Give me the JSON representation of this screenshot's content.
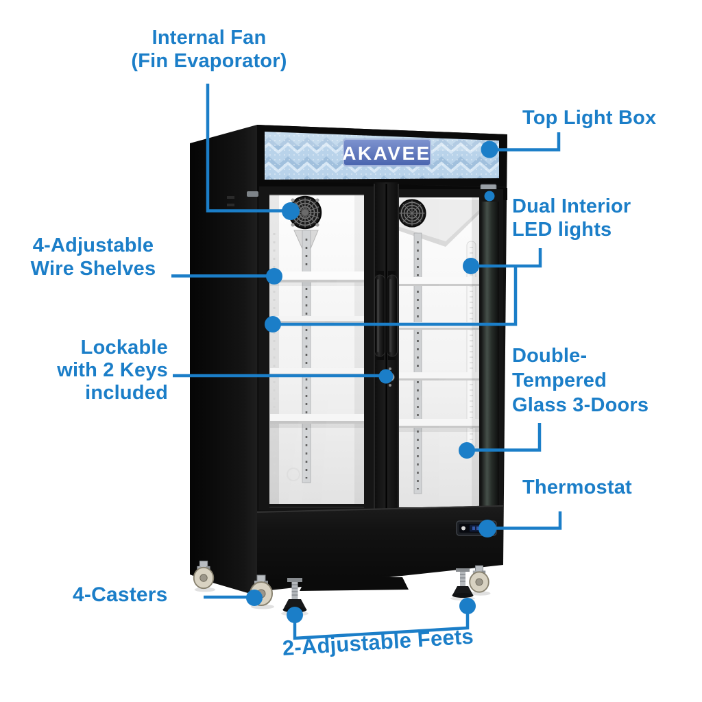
{
  "brand": "AKAVEE",
  "colors": {
    "accent": "#1b7ec8",
    "background": "#ffffff",
    "cabinet_black": "#121212",
    "lightbox_blue": "#b9d3ea",
    "badge_blue": "#5570bd"
  },
  "callouts": {
    "internal_fan": {
      "lines": [
        "Internal Fan",
        "(Fin Evaporator)"
      ]
    },
    "top_light_box": {
      "lines": [
        "Top Light Box"
      ]
    },
    "wire_shelves": {
      "lines": [
        "4-Adjustable",
        "Wire Shelves"
      ]
    },
    "dual_led": {
      "lines": [
        "Dual Interior",
        "LED lights"
      ]
    },
    "lockable": {
      "lines": [
        "Lockable",
        "with 2 Keys",
        "included"
      ]
    },
    "tempered_glass": {
      "lines": [
        "Double-",
        "Tempered",
        "Glass 3-Doors"
      ]
    },
    "thermostat": {
      "lines": [
        "Thermostat"
      ]
    },
    "casters": {
      "lines": [
        "4-Casters"
      ]
    },
    "adjustable_feet": {
      "lines": [
        "2-Adjustable Feets"
      ]
    }
  }
}
